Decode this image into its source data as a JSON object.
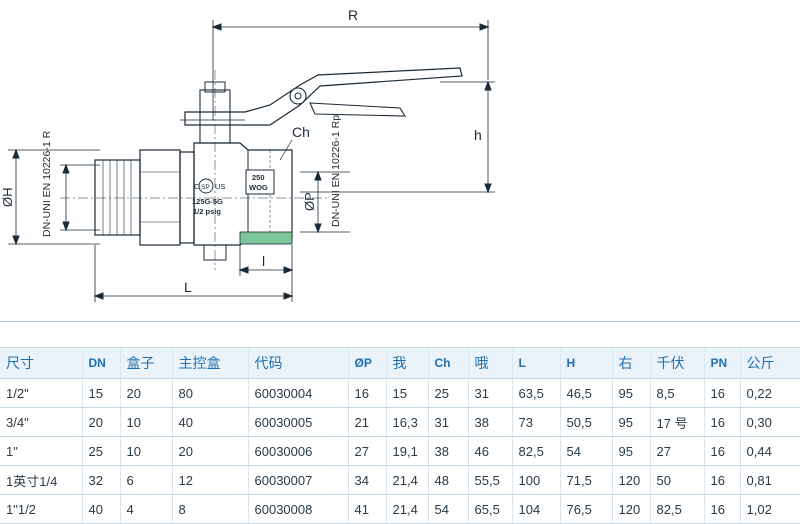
{
  "drawing": {
    "dim_R": "R",
    "dim_h": "h",
    "dim_Ch": "Ch",
    "dim_OH": "ØH",
    "dim_OP": "ØP",
    "dim_L": "L",
    "dim_l": "l",
    "label_left": "DN-UNI EN 10226-1 R",
    "label_right": "DN-UNI EN 10226-1 Rp",
    "body_mark_c": "C",
    "body_mark_us": "US",
    "body_mark_csa": "SP",
    "body_mark_rating": "125G-5G",
    "body_mark_psig": "1/2 psig",
    "wog_top": "250",
    "wog_bottom": "WOG"
  },
  "table": {
    "headers": [
      "尺寸",
      "DN",
      "盒子",
      "主控盒",
      "代码",
      "ØP",
      "我",
      "Ch",
      "哦",
      "L",
      "H",
      "右",
      "千伏",
      "PN",
      "公斤"
    ],
    "rows": [
      [
        "1/2\"",
        "15",
        "20",
        "80",
        "60030004",
        "16",
        "15",
        "25",
        "31",
        "63,5",
        "46,5",
        "95",
        "8,5",
        "16",
        "0,22"
      ],
      [
        "3/4\"",
        "20",
        "10",
        "40",
        "60030005",
        "21",
        "16,3",
        "31",
        "38",
        "73",
        "50,5",
        "95",
        "17 号",
        "16",
        "0,30"
      ],
      [
        "1\"",
        "25",
        "10",
        "20",
        "60030006",
        "27",
        "19,1",
        "38",
        "46",
        "82,5",
        "54",
        "95",
        "27",
        "16",
        "0,44"
      ],
      [
        "1英寸1/4",
        "32",
        "6",
        "12",
        "60030007",
        "34",
        "21,4",
        "48",
        "55,5",
        "100",
        "71,5",
        "120",
        "50",
        "16",
        "0,81"
      ],
      [
        "1\"1/2",
        "40",
        "4",
        "8",
        "60030008",
        "41",
        "21,4",
        "54",
        "65,5",
        "104",
        "76,5",
        "120",
        "82,5",
        "16",
        "1,02"
      ]
    ]
  },
  "colors": {
    "header_text": "#1f6fb0",
    "header_bg": "#eaf3fa",
    "divider": "#9ec9e3",
    "green_insert": "#7dc79b"
  }
}
